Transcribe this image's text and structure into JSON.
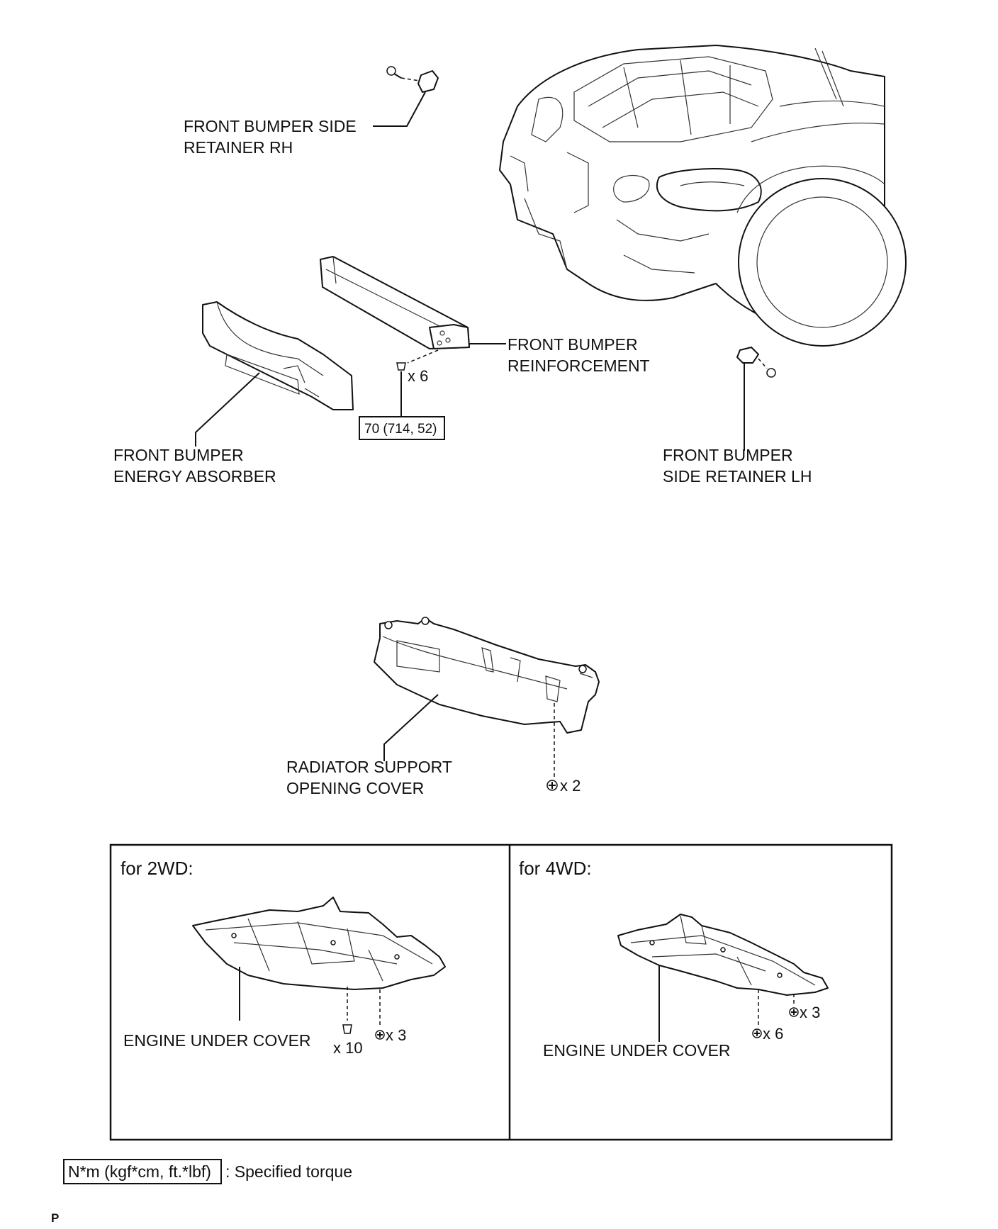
{
  "labels": {
    "side_retainer_rh_1": "FRONT BUMPER SIDE",
    "side_retainer_rh_2": "RETAINER RH",
    "reinforcement_1": "FRONT BUMPER",
    "reinforcement_2": "REINFORCEMENT",
    "energy_absorber_1": "FRONT BUMPER",
    "energy_absorber_2": "ENERGY ABSORBER",
    "side_retainer_lh_1": "FRONT BUMPER",
    "side_retainer_lh_2": "SIDE RETAINER LH",
    "radiator_cover_1": "RADIATOR SUPPORT",
    "radiator_cover_2": "OPENING COVER",
    "engine_under_cover_2wd": "ENGINE UNDER COVER",
    "engine_under_cover_4wd": "ENGINE UNDER COVER"
  },
  "quantities": {
    "reinforcement_bolts": "x 6",
    "radiator_cover_clips": "x 2",
    "cover_2wd_bolts": "x 10",
    "cover_2wd_clips": "x 3",
    "cover_4wd_clips": "x 3",
    "cover_4wd_bolts": "x 6"
  },
  "torque": {
    "reinforcement": "70 (714, 52)"
  },
  "panels": {
    "left_heading": "for 2WD:",
    "right_heading": "for 4WD:"
  },
  "legend": {
    "box_text": "N*m (kgf*cm, ft.*lbf)",
    "description": ": Specified torque"
  },
  "footer": {
    "mark": "P"
  },
  "icons": {
    "bolt": "bolt-icon",
    "clip": "clip-icon"
  }
}
